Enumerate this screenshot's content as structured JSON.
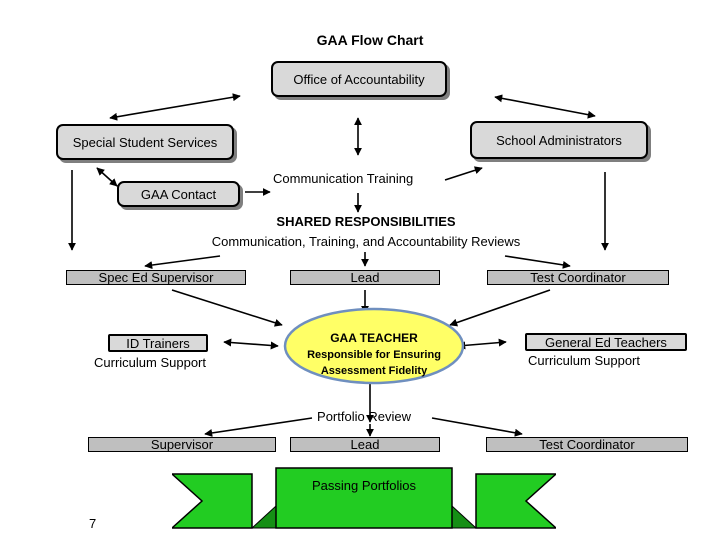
{
  "title": "GAA Flow Chart",
  "nodes": {
    "office": "Office of Accountability",
    "special_services": "Special Student Services",
    "school_admins": "School Administrators",
    "gaa_contact": "GAA Contact",
    "communication_training": "Communication Training",
    "shared_heading": "SHARED RESPONSIBILITIES",
    "shared_sub": "Communication, Training, and Accountability Reviews",
    "spec_ed_supervisor": "Spec Ed Supervisor",
    "lead_1": "Lead",
    "test_coordinator_1": "Test Coordinator",
    "id_trainers": "ID Trainers",
    "curriculum_support_left": "Curriculum Support",
    "gaa_teacher": "GAA TEACHER",
    "teacher_sub_1": "Responsible for Ensuring",
    "teacher_sub_2": "Assessment Fidelity",
    "general_ed_teachers": "General Ed Teachers",
    "curriculum_support_right": "Curriculum Support",
    "portfolio_review": "Portfolio Review",
    "supervisor": "Supervisor",
    "lead_2": "Lead",
    "test_coordinator_2": "Test Coordinator",
    "passing_portfolios": "Passing Portfolios"
  },
  "page_number": "7",
  "colors": {
    "box_fill": "#d9d9d9",
    "bar_fill": "#bfbfbf",
    "oval_fill": "#ffff66",
    "oval_border": "#6f8fbf",
    "banner_fill": "#22cc22",
    "line": "#000000"
  }
}
